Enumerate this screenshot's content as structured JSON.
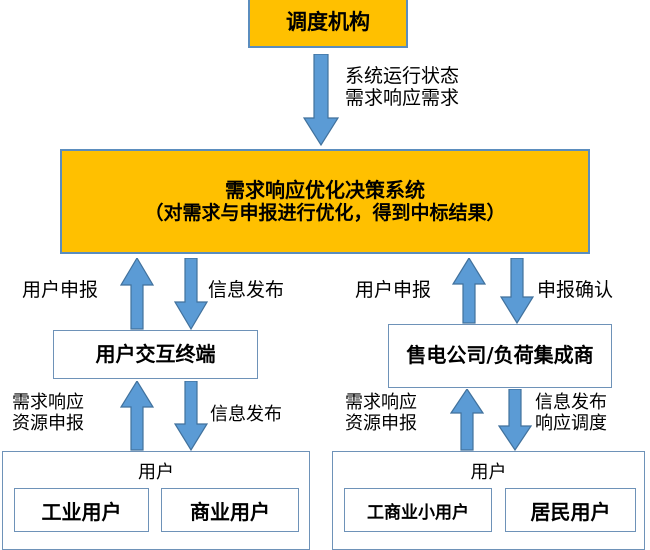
{
  "diagram": {
    "title_box": {
      "label": "调度机构"
    },
    "main_system": {
      "line1": "需求响应优化决策系统",
      "line2": "（对需求与申报进行优化，得到中标结果）"
    },
    "nodes": {
      "terminal": "用户交互终端",
      "retailer": "售电公司/负荷集成商",
      "user_group_left_title": "用户",
      "user_group_right_title": "用户",
      "industrial_user": "工业用户",
      "commercial_user": "商业用户",
      "small_commercial_user": "工商业小用户",
      "residential_user": "居民用户"
    },
    "edge_labels": {
      "top_down": "系统运行状态\n需求响应需求",
      "left_up_1": "用户申报",
      "left_down_1": "信息发布",
      "right_up_1": "用户申报",
      "right_down_1": "申报确认",
      "left_up_2": "需求响应\n资源申报",
      "left_down_2": "信息发布",
      "right_up_2": "需求响应\n资源申报",
      "right_down_2": "信息发布\n响应调度"
    },
    "colors": {
      "box_fill": "#FFC000",
      "box_border": "#5B8DBE",
      "white_box_border": "#6E92B8",
      "arrow_fill": "#5B9BD5",
      "arrow_stroke": "#41719C",
      "text": "#000000"
    }
  }
}
